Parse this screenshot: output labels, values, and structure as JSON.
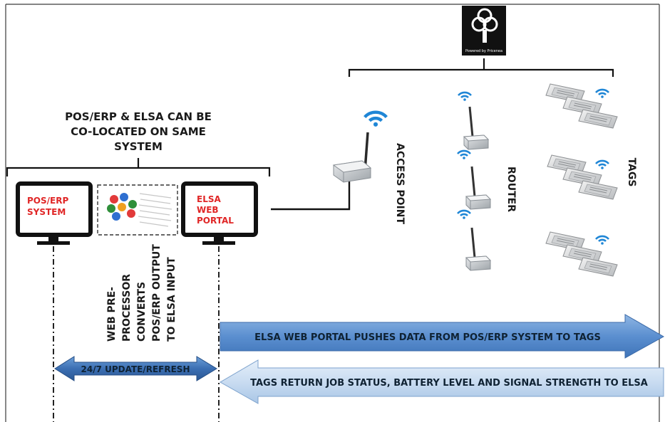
{
  "top_label": {
    "line1": "POS/ERP & ELSA CAN BE",
    "line2": "CO-LOCATED ON SAME",
    "line3": "SYSTEM"
  },
  "logo": {
    "caption": "Powered by Pricenea"
  },
  "monitors": {
    "pos_line1": "POS/ERP",
    "pos_line2": "SYSTEM",
    "elsa_line1": "ELSA",
    "elsa_line2": "WEB",
    "elsa_line3": "PORTAL"
  },
  "preprocessor": {
    "line1": "WEB PRE-",
    "line2": "PROCESSOR",
    "line3": "CONVERTS",
    "line4": "POS/ERP OUTPUT",
    "line5": "TO ELSA  INPUT"
  },
  "network": {
    "access_point": "ACCESS POINT",
    "router": "ROUTER",
    "tags": "TAGS"
  },
  "arrows": {
    "push": "ELSA WEB PORTAL PUSHES  DATA FROM POS/ERP SYSTEM TO TAGS",
    "return": "TAGS RETURN JOB STATUS, BATTERY LEVEL AND SIGNAL STRENGTH TO ELSA",
    "refresh": "24/7 UPDATE/REFRESH"
  },
  "colors": {
    "accent_red": "#e02626",
    "arrow_blue": "#5b8fd0",
    "arrow_light": "#c9dcf1"
  }
}
